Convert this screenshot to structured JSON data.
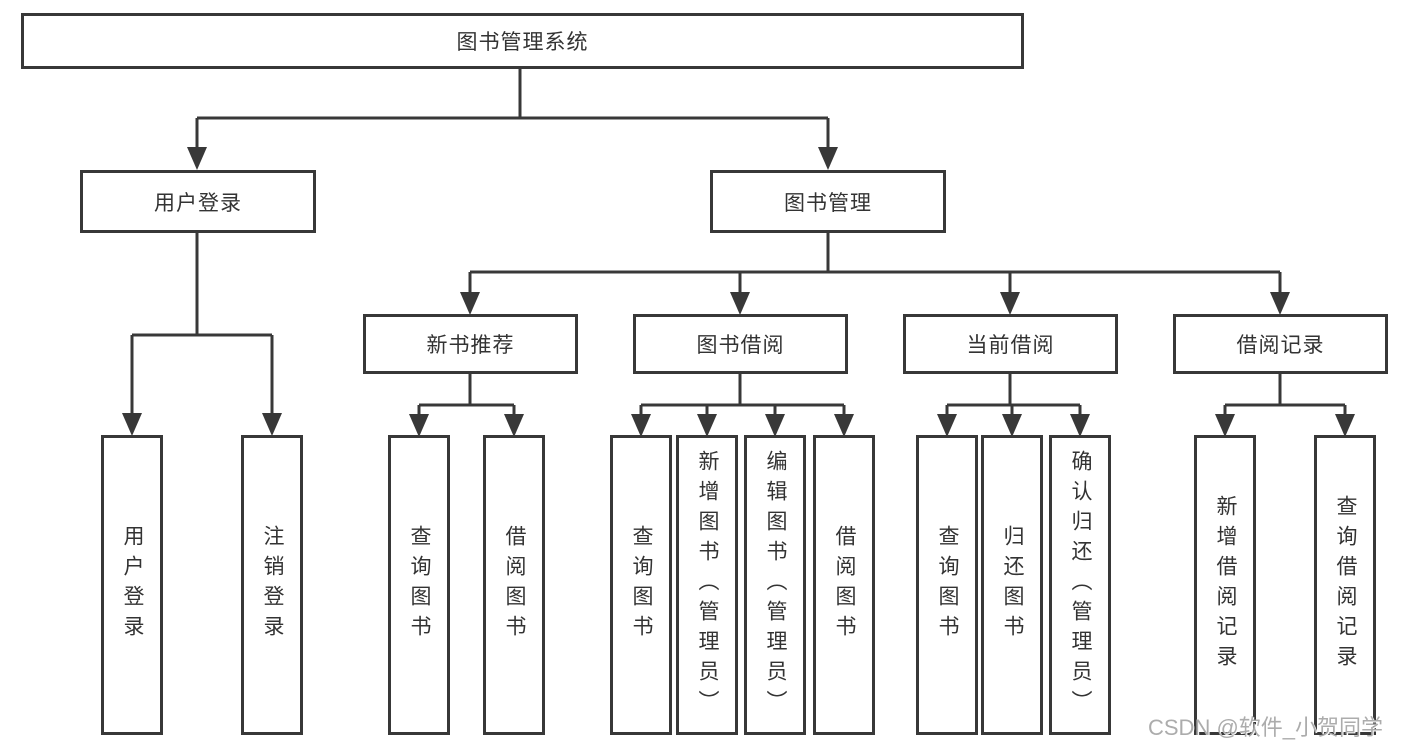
{
  "diagram_type": "hierarchy-tree",
  "tree": {
    "root": {
      "label": "图书管理系统"
    },
    "branches": [
      {
        "label": "用户登录",
        "children": [
          "用户登录",
          "注销登录"
        ]
      },
      {
        "label": "图书管理",
        "groups": [
          {
            "label": "新书推荐",
            "children": [
              "查询图书",
              "借阅图书"
            ]
          },
          {
            "label": "图书借阅",
            "children": [
              "查询图书",
              "新增图书（管理员）",
              "编辑图书（管理员）",
              "借阅图书"
            ]
          },
          {
            "label": "当前借阅",
            "children": [
              "查询图书",
              "归还图书",
              "确认归还（管理员）"
            ]
          },
          {
            "label": "借阅记录",
            "children": [
              "新增借阅记录",
              "查询借阅记录"
            ]
          }
        ]
      }
    ]
  },
  "watermark": "CSDN @软件_小贺同学",
  "colors": {
    "line": "#383838",
    "box_border": "#383838",
    "text": "#333333",
    "watermark": "#a8a8a8",
    "background": "#ffffff"
  }
}
